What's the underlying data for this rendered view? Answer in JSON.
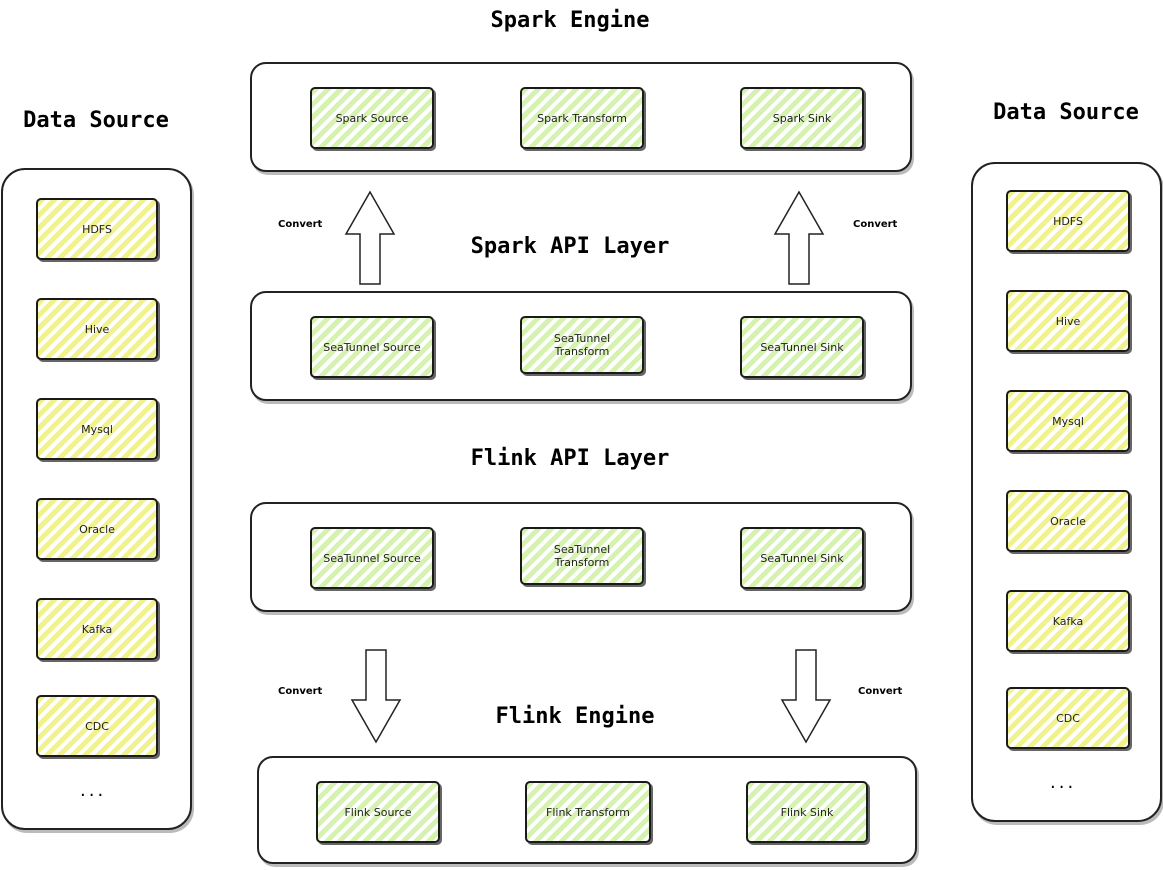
{
  "spark_engine": {
    "title": "Spark Engine",
    "boxes": [
      "Spark Source",
      "Spark Transform",
      "Spark Sink"
    ]
  },
  "spark_api": {
    "title": "Spark API Layer",
    "boxes": [
      "SeaTunnel Source",
      "SeaTunnel Transform",
      "SeaTunnel Sink"
    ]
  },
  "flink_api": {
    "title": "Flink API Layer",
    "boxes": [
      "SeaTunnel Source",
      "SeaTunnel Transform",
      "SeaTunnel Sink"
    ]
  },
  "flink_engine": {
    "title": "Flink Engine",
    "boxes": [
      "Flink Source",
      "Flink Transform",
      "Flink Sink"
    ]
  },
  "convert_label": "Convert",
  "left_source": {
    "title": "Data Source",
    "items": [
      "HDFS",
      "Hive",
      "Mysql",
      "Oracle",
      "Kafka",
      "CDC"
    ],
    "more": "..."
  },
  "right_source": {
    "title": "Data Source",
    "items": [
      "HDFS",
      "Hive",
      "Mysql",
      "Oracle",
      "Kafka",
      "CDC"
    ],
    "more": "..."
  },
  "colors": {
    "component_fill": "#d6f2b0",
    "source_fill": "#f2f28c",
    "stroke": "#1a1a1a"
  },
  "icons": {
    "up": "up-arrow-icon",
    "down": "down-arrow-icon"
  }
}
